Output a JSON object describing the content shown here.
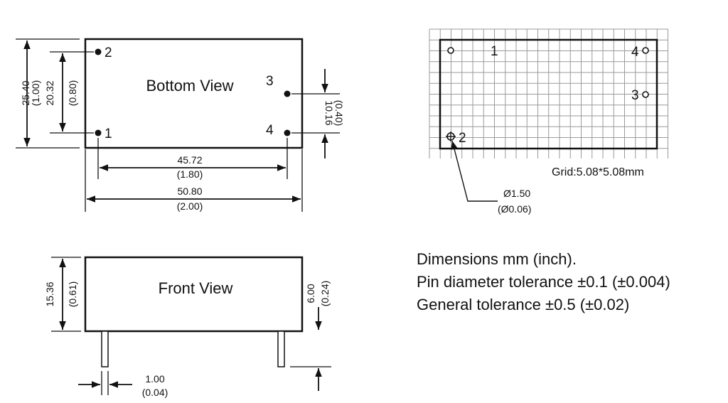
{
  "bottom_view": {
    "title": "Bottom View",
    "pins": {
      "p1": "1",
      "p2": "2",
      "p3": "3",
      "p4": "4"
    },
    "dims": {
      "height_mm": "25.40",
      "height_in": "(1.00)",
      "pin_span_v_mm": "20.32",
      "pin_span_v_in": "(0.80)",
      "pin_offset_mm": "10.16",
      "pin_offset_in": "(0.40)",
      "pin_span_h_mm": "45.72",
      "pin_span_h_in": "(1.80)",
      "length_mm": "50.80",
      "length_in": "(2.00)"
    }
  },
  "front_view": {
    "title": "Front View",
    "dims": {
      "body_height_mm": "15.36",
      "body_height_in": "(0.61)",
      "pin_length_mm": "6.00",
      "pin_length_in": "(0.24)",
      "pin_width_mm": "1.00",
      "pin_width_in": "(0.04)"
    }
  },
  "grid_view": {
    "pins": {
      "p1": "1",
      "p2": "2",
      "p3": "3",
      "p4": "4"
    },
    "grid_label": "Grid:5.08*5.08mm",
    "hole_mm": "Ø1.50",
    "hole_in": "(Ø0.06)"
  },
  "notes": [
    "Dimensions mm (inch).",
    "Pin diameter tolerance ±0.1 (±0.004)",
    "General tolerance ±0.5 (±0.02)"
  ]
}
